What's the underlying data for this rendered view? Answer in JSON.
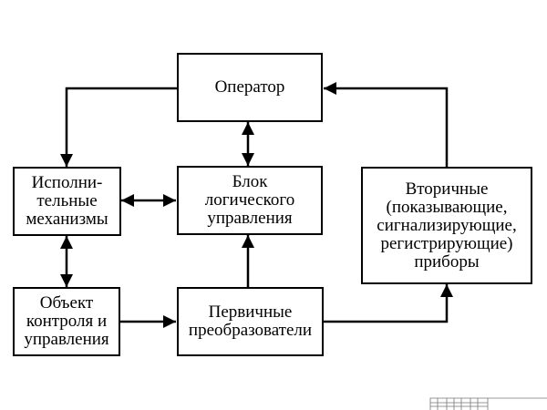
{
  "diagram": {
    "blocks": {
      "operator": "Оператор",
      "actuators": "Исполни-\nтельные\nмеханизмы",
      "logic_unit": "Блок\nлогического\nуправления",
      "secondary_devices": "Вторичные\n(показывающие,\nсигнализирующие,\nрегистрирующие)\nприборы",
      "control_object": "Объект\nконтроля и\nуправления",
      "primary_transducers": "Первичные\nпреобразователи"
    }
  },
  "colors": {
    "line": "#000000",
    "stamp": "#777777"
  }
}
